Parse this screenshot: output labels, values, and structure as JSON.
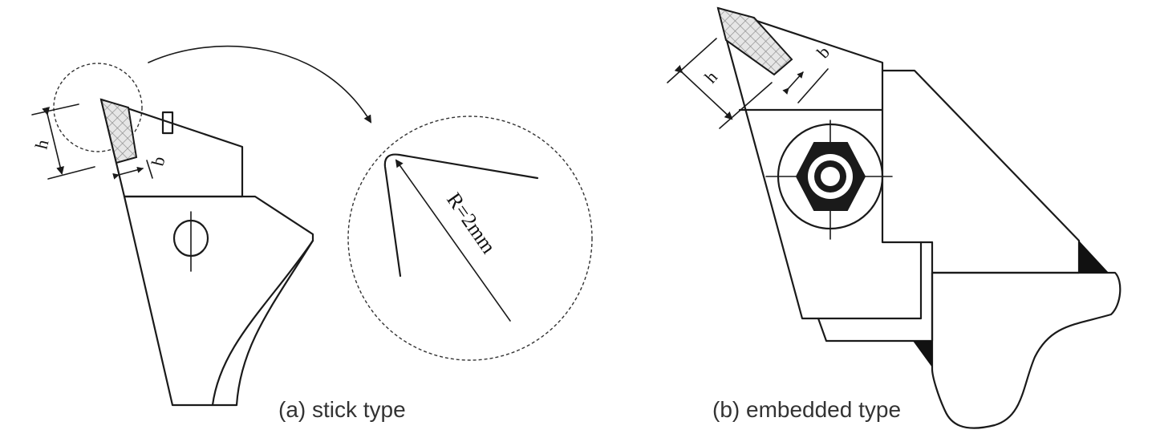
{
  "figure": {
    "panel_a": {
      "caption": "(a) stick type",
      "dim_h": "h",
      "dim_b": "b",
      "detail_radius_label": "R=2mm"
    },
    "panel_b": {
      "caption": "(b) embedded type",
      "dim_h": "h",
      "dim_b": "b"
    }
  }
}
